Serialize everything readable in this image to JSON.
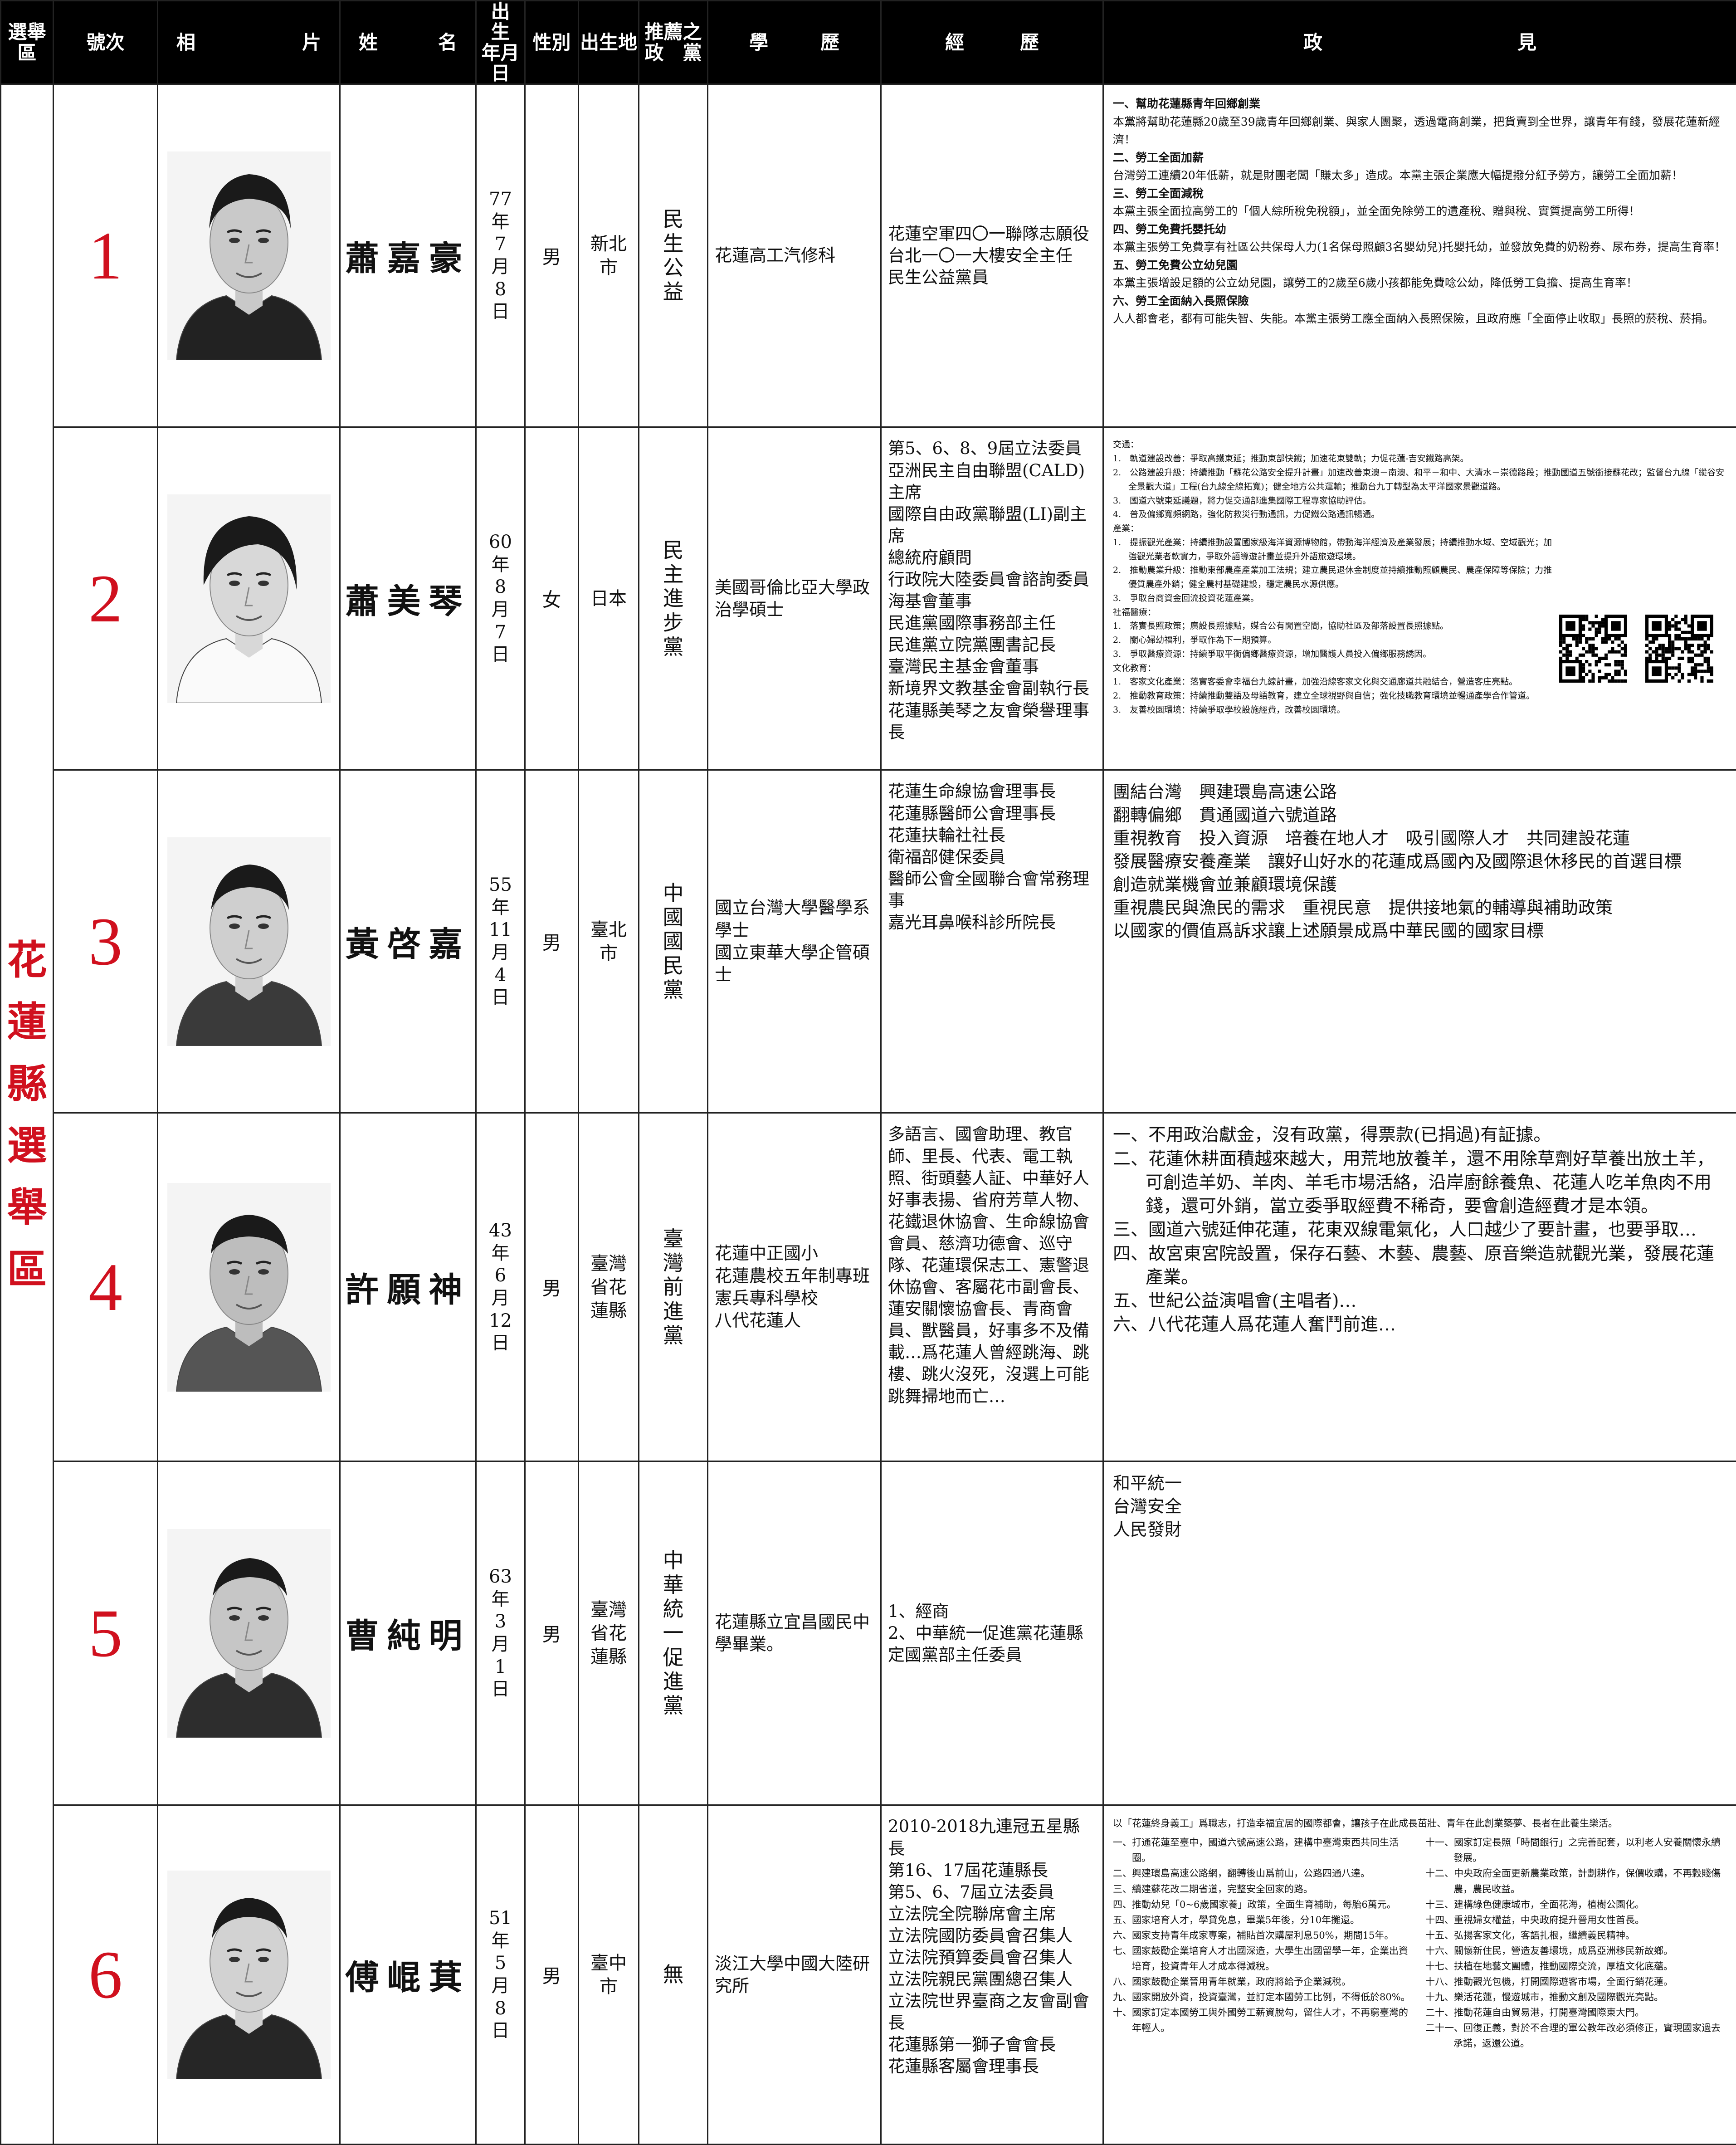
{
  "headers": {
    "district": "選舉區",
    "number": "號次",
    "photo_a": "相",
    "photo_b": "片",
    "name_a": "姓",
    "name_b": "名",
    "birth_1": "出　生",
    "birth_2": "年月日",
    "sex": "性別",
    "birthplace": "出生地",
    "party_1": "推薦之",
    "party_2": "政　黨",
    "edu_a": "學",
    "edu_b": "歷",
    "exp_a": "經",
    "exp_b": "歷",
    "pol_a": "政",
    "pol_b": "見"
  },
  "district_chars": [
    "花",
    "蓮",
    "縣",
    "選",
    "舉",
    "區"
  ],
  "candidates": [
    {
      "number": "1",
      "name": "蕭嘉豪",
      "birth": [
        "77",
        "年",
        "7",
        "月",
        "8",
        "日"
      ],
      "sex": "男",
      "birthplace": "新北市",
      "party": [
        "民",
        "生",
        "公",
        "益"
      ],
      "education": [
        "花蓮高工汽修科"
      ],
      "experience": [
        "花蓮空軍四〇一聯隊志願役",
        "台北一〇一大樓安全主任",
        "民生公益黨員"
      ],
      "policy": [
        {
          "h": "一、幫助花蓮縣青年回鄉創業",
          "t": "本黨將幫助花蓮縣20歲至39歲青年回鄉創業、與家人團聚，透過電商創業，把貨賣到全世界，讓青年有錢，發展花蓮新經濟！"
        },
        {
          "h": "二、勞工全面加薪",
          "t": "台灣勞工連續20年低薪，就是財團老闆「賺太多」造成。本黨主張企業應大幅提撥分紅予勞方，讓勞工全面加薪！"
        },
        {
          "h": "三、勞工全面減稅",
          "t": "本黨主張全面拉高勞工的「個人綜所稅免稅額」，並全面免除勞工的遺產稅、贈與稅、實質提高勞工所得！"
        },
        {
          "h": "四、勞工免費托嬰托幼",
          "t": "本黨主張勞工免費享有社區公共保母人力(1名保母照顧3名嬰幼兒)托嬰托幼，並發放免費的奶粉券、尿布券，提高生育率！"
        },
        {
          "h": "五、勞工免費公立幼兒園",
          "t": "本黨主張增設足額的公立幼兒園，讓勞工的2歲至6歲小孩都能免費唸公幼，降低勞工負擔、提高生育率！"
        },
        {
          "h": "六、勞工全面納入長照保險",
          "t": "人人都會老，都有可能失智、失能。本黨主張勞工應全面納入長照保險，且政府應「全面停止收取」長照的菸稅、菸捐。"
        }
      ]
    },
    {
      "number": "2",
      "name": "蕭美琴",
      "birth": [
        "60",
        "年",
        "8",
        "月",
        "7",
        "日"
      ],
      "sex": "女",
      "birthplace": "日本",
      "party": [
        "民",
        "主",
        "進",
        "步",
        "黨"
      ],
      "education": [
        "美國哥倫比亞大學政治學碩士"
      ],
      "experience": [
        "第5、6、8、9屆立法委員",
        "亞洲民主自由聯盟(CALD)主席",
        "國際自由政黨聯盟(LI)副主席",
        "總統府顧問",
        "行政院大陸委員會諮詢委員",
        "海基會董事",
        "民進黨國際事務部主任",
        "民進黨立院黨團書記長",
        "臺灣民主基金會董事",
        "新境界文教基金會副執行長",
        "花蓮縣美琴之友會榮譽理事長"
      ],
      "policy": [
        "交通：",
        "1.　軌道建設改善：爭取高鐵東延；推動東部快鐵；加速花東雙軌；力促花蓮-吉安鐵路高架。",
        "2.　公路建設升級：持續推動「蘇花公路安全提升計畫」加速改善東澳－南澳、和平－和中、大清水－崇德路段；推動國道五號銜接蘇花改；監督台九線「縱谷安全景觀大道」工程(台九線全線拓寬)；健全地方公共運輸；推動台九丁轉型為太平洋國家景觀道路。",
        "3.　國道六號東延議題，將力促交通部進集國際工程專家協助評估。",
        "4.　普及偏鄉寬頻網路，強化防救災行動通訊，力促鐵公路通訊暢通。",
        "產業：",
        "1.　提振觀光產業：持續推動設置國家級海洋資源博物館，帶動海洋經濟及產業發展；持續推動水域、空域觀光；加強觀光業者軟實力，爭取外語導遊計畫並提升外語旅遊環境。",
        "2.　推動農業升級：推動東部農產產業加工法規；建立農民退休金制度並持續推動照顧農民、農產保障等保險；力推優質農產外銷；健全農村基礎建設，穩定農民水源供應。",
        "3.　爭取台商資金回流投資花蓮產業。",
        "社福醫療：",
        "1.　落實長照政策；廣設長照據點，媒合公有閒置空間，協助社區及部落設置長照據點。",
        "2.　關心婦幼福利，爭取作為下一期預算。",
        "3.　爭取醫療資源：持續爭取平衡偏鄉醫療資源，增加醫護人員投入偏鄉服務誘因。",
        "文化教育：",
        "1.　客家文化產業：落實客委會幸福台九線計畫，加強沿線客家文化與交通廊道共融結合，營造客庄亮點。",
        "2.　推動教育政策：持續推動雙語及母語教育，建立全球視野與自信；強化技職教育環境並暢通產學合作管道。",
        "3.　友善校園環境：持續爭取學校設施經費，改善校園環境。"
      ]
    },
    {
      "number": "3",
      "name": "黃啓嘉",
      "birth": [
        "55",
        "年",
        "11",
        "月",
        "4",
        "日"
      ],
      "sex": "男",
      "birthplace": "臺北市",
      "party": [
        "中",
        "國",
        "國",
        "民",
        "黨"
      ],
      "education": [
        "國立台灣大學醫學系學士",
        "國立東華大學企管碩士"
      ],
      "experience": [
        "花蓮生命線協會理事長",
        "花蓮縣醫師公會理事長",
        "花蓮扶輪社社長",
        "衛福部健保委員",
        "醫師公會全國聯合會常務理事",
        "嘉光耳鼻喉科診所院長"
      ],
      "policy": [
        "團結台灣　興建環島高速公路",
        "翻轉偏鄉　貫通國道六號道路",
        "重視教育　投入資源　培養在地人才　吸引國際人才　共同建設花蓮",
        "發展醫療安養產業　讓好山好水的花蓮成爲國內及國際退休移民的首選目標",
        "創造就業機會並兼顧環境保護",
        "重視農民與漁民的需求　重視民意　提供接地氣的輔導與補助政策",
        "以國家的價值爲訴求讓上述願景成爲中華民國的國家目標"
      ]
    },
    {
      "number": "4",
      "name": "許願神",
      "birth": [
        "43",
        "年",
        "6",
        "月",
        "12",
        "日"
      ],
      "sex": "男",
      "birthplace": "臺灣省花蓮縣",
      "party": [
        "臺",
        "灣",
        "前",
        "進",
        "黨"
      ],
      "education": [
        "花蓮中正國小",
        "花蓮農校五年制專班",
        "憲兵專科學校",
        "八代花蓮人"
      ],
      "experience": [
        "多語言、國會助理、教官師、里長、代表、電工執照、街頭藝人証、中華好人好事表揚、省府芳草人物、花鐵退休協會、生命線協會會員、慈濟功德會、巡守隊、花蓮環保志工、憲警退休協會、客屬花市副會長、蓮安關懷協會長、青商會員、獸醫員，好事多不及備載…爲花蓮人曾經跳海、跳樓、跳火沒死，沒選上可能跳舞掃地而亡…"
      ],
      "policy": [
        "一、不用政治獻金，沒有政黨，得票款(已捐過)有証據。",
        "二、花蓮休耕面積越來越大，用荒地放養羊，還不用除草劑好草養出放土羊，可創造羊奶、羊肉、羊毛市場活絡，沿岸廚餘養魚、花蓮人吃羊魚肉不用錢，還可外銷，當立委爭取經費不稀奇，要會創造經費才是本領。",
        "三、國道六號延伸花蓮，花東双線電氣化，人口越少了要計畫，也要爭取…",
        "四、故宮東宮院設置，保存石藝、木藝、農藝、原音樂造就觀光業，發展花蓮產業。",
        "五、世紀公益演唱會(主唱者)…",
        "六、八代花蓮人爲花蓮人奮鬥前進…"
      ]
    },
    {
      "number": "5",
      "name": "曹純明",
      "birth": [
        "63",
        "年",
        "3",
        "月",
        "1",
        "日"
      ],
      "sex": "男",
      "birthplace": "臺灣省花蓮縣",
      "party": [
        "中",
        "華",
        "統",
        "一",
        "促",
        "進",
        "黨"
      ],
      "education": [
        "花蓮縣立宜昌國民中學畢業。"
      ],
      "experience": [
        "1、經商",
        "2、中華統一促進黨花蓮縣定國黨部主任委員"
      ],
      "policy": [
        "和平統一",
        "台灣安全",
        "人民發財"
      ]
    },
    {
      "number": "6",
      "name": "傅崐萁",
      "birth": [
        "51",
        "年",
        "5",
        "月",
        "8",
        "日"
      ],
      "sex": "男",
      "birthplace": "臺中市",
      "party": [
        "無"
      ],
      "education": [
        "淡江大學中國大陸研究所"
      ],
      "experience": [
        "2010-2018九連冠五星縣長",
        "第16、17屆花蓮縣長",
        "第5、6、7屆立法委員",
        "立法院全院聯席會主席",
        "立法院國防委員會召集人",
        "立法院預算委員會召集人",
        "立法院親民黨團總召集人",
        "立法院世界臺商之友會副會長",
        "花蓮縣第一獅子會會長",
        "花蓮縣客屬會理事長"
      ],
      "policy_intro": "以「花蓮終身義工」爲職志，打造幸福宜居的國際都會，讓孩子在此成長茁壯、青年在此創業築夢、長者在此養生樂活。",
      "policy_left": [
        "一、打通花蓮至臺中，國道六號高速公路，建構中臺灣東西共同生活圈。",
        "二、興建環島高速公路網，翻轉後山爲前山，公路四通八達。",
        "三、續建蘇花改二期省道，完整安全回家的路。",
        "四、推動幼兒「0~6歲國家養」政策，全面生育補助，每胎6萬元。",
        "五、國家培育人才，學貸免息，畢業5年後，分10年攤還。",
        "六、國家支持青年成家專案，補貼首次購屋利息50%，期間15年。",
        "七、國家鼓勵企業培育人才出國深造，大學生出國留學一年，企業出資培育，投資青年人才成本得減稅。",
        "八、國家鼓勵企業晉用青年就業，政府將給予企業減稅。",
        "九、國家開放外資，投資臺灣，並訂定本國勞工比例，不得低於80%。",
        "十、國家訂定本國勞工與外國勞工薪資脫勾，留住人才，不再窮臺灣的年輕人。"
      ],
      "policy_right": [
        "十一、國家訂定長照「時間銀行」之完善配套，以利老人安養關懷永續發展。",
        "十二、中央政府全面更新農業政策，計劃耕作，保價收購，不再穀賤傷農，農民收益。",
        "十三、建構綠色健康城市，全面花海，植樹公園化。",
        "十四、重視婦女權益，中央政府提升晉用女性首長。",
        "十五、弘揚客家文化，客語扎根，繼續義民精神。",
        "十六、關懷新住民，營造友善環境，成爲亞洲移民新故鄉。",
        "十七、扶植在地藝文團體，推動國際交流，厚植文化底蘊。",
        "十八、推動觀光包機，打開國際遊客市場，全面行銷花蓮。",
        "十九、樂活花蓮，慢遊城市，推動文創及國際觀光亮點。",
        "二十、推動花蓮自由貿易港，打開臺灣國際東大門。",
        "二十一、回復正義，對於不合理的軍公教年改必須修正，實現國家過去承諾，返還公道。"
      ]
    }
  ]
}
